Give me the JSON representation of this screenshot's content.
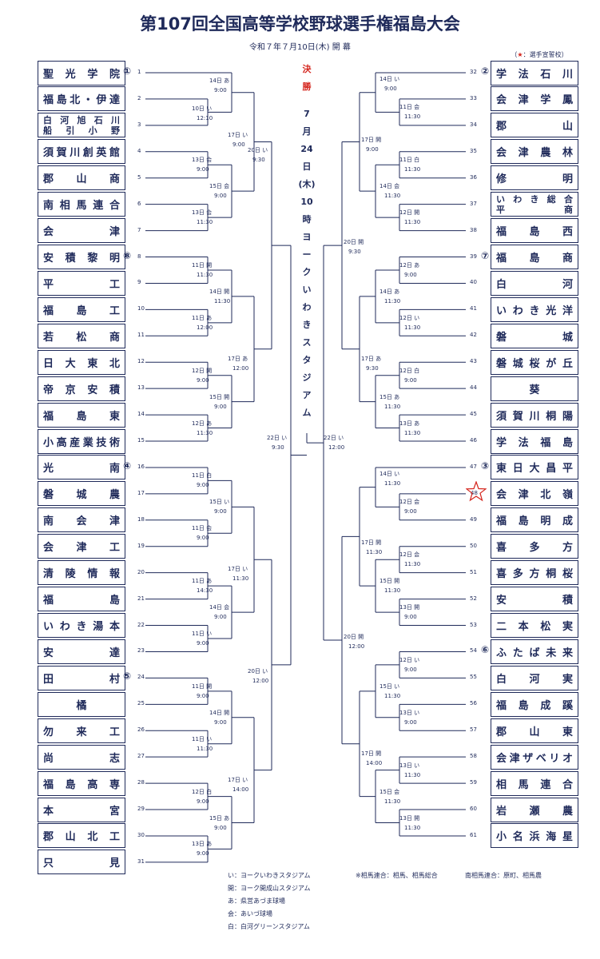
{
  "title": "第107回全国高等学校野球選手権福島大会",
  "subtitle": "令和７年７月10日(木) 開 幕",
  "legend_note": {
    "star": "★",
    "text": "：選手宣誓校"
  },
  "final": {
    "label": "決勝",
    "date": "7月24日(木)10時ヨークいわきスタジアム"
  },
  "left_teams": [
    "聖光学院",
    "福島北・伊達",
    "白河旭石川\n船引小野",
    "須賀川創英館",
    "郡山商",
    "南相馬連合",
    "会津",
    "安積黎明",
    "平工",
    "福島工",
    "若松商",
    "日大東北",
    "帝京安積",
    "福島東",
    "小高産業技術",
    "光南",
    "磐城農",
    "南会津",
    "会津工",
    "清陵情報",
    "福島",
    "いわき湯本",
    "安達",
    "田村",
    "橘",
    "勿来工",
    "尚志",
    "福島高専",
    "本宮",
    "郡山北工",
    "只見"
  ],
  "right_teams": [
    "学法石川",
    "会津学鳳",
    "郡山",
    "会津農林",
    "修明",
    "いわき総合\n平商",
    "福島西",
    "福島商",
    "白河",
    "いわき光洋",
    "磐城",
    "磐城桜が丘",
    "葵",
    "須賀川桐陽",
    "学法福島",
    "東日大昌平",
    "会津北嶺",
    "福島明成",
    "喜多方",
    "喜多方桐桜",
    "安積",
    "二本松実",
    "ふたば未来",
    "白河実",
    "福島成蹊",
    "郡山東",
    "会津ザベリオ",
    "相馬連合",
    "岩瀬農",
    "小名浜海星"
  ],
  "left_seeds": [
    "①",
    "⑧",
    "④",
    "⑤"
  ],
  "right_seeds": [
    "②",
    "⑦",
    "③",
    "⑥"
  ],
  "left_numbers": [
    "1",
    "2",
    "3",
    "4",
    "5",
    "6",
    "7",
    "8",
    "9",
    "10",
    "11",
    "12",
    "13",
    "14",
    "15",
    "16",
    "17",
    "18",
    "19",
    "20",
    "21",
    "22",
    "23",
    "24",
    "25",
    "26",
    "27",
    "28",
    "29",
    "30",
    "31"
  ],
  "right_numbers": [
    "32",
    "33",
    "34",
    "35",
    "36",
    "37",
    "38",
    "39",
    "40",
    "41",
    "42",
    "43",
    "44",
    "45",
    "46",
    "47",
    "48",
    "49",
    "50",
    "51",
    "52",
    "53",
    "54",
    "55",
    "56",
    "57",
    "58",
    "59",
    "60",
    "61"
  ],
  "game_labels": {
    "L1": [
      "14日 あ",
      "9:00"
    ],
    "L2": [
      "10日 い",
      "12:10"
    ],
    "L3": [
      "17日 い",
      "9:00"
    ],
    "L4": [
      "13日 会",
      "9:00"
    ],
    "L5": [
      "15日 会",
      "9:00"
    ],
    "L6": [
      "13日 会",
      "11:30"
    ],
    "L7": [
      "20日 い",
      "9:30"
    ],
    "L8": [
      "11日 開",
      "11:30"
    ],
    "L9": [
      "14日 開",
      "11:30"
    ],
    "L10": [
      "11日 あ",
      "12:00"
    ],
    "L11": [
      "17日 あ",
      "12:00"
    ],
    "L12": [
      "12日 開",
      "9:00"
    ],
    "L13": [
      "15日 開",
      "9:00"
    ],
    "L14": [
      "12日 あ",
      "11:30"
    ],
    "L15": [
      "22日 い",
      "9:30"
    ],
    "L16": [
      "11日 白",
      "9:00"
    ],
    "L17": [
      "15日 い",
      "9:00"
    ],
    "L18": [
      "11日 会",
      "9:00"
    ],
    "L19": [
      "17日 い",
      "11:30"
    ],
    "L20": [
      "11日 あ",
      "14:30"
    ],
    "L21": [
      "14日 会",
      "9:00"
    ],
    "L22": [
      "11日 い",
      "9:00"
    ],
    "L23": [
      "20日 い",
      "12:00"
    ],
    "L24": [
      "11日 開",
      "9:00"
    ],
    "L25": [
      "14日 開",
      "9:00"
    ],
    "L26": [
      "11日 い",
      "11:30"
    ],
    "L27": [
      "17日 い",
      "14:00"
    ],
    "L28": [
      "12日 白",
      "9:00"
    ],
    "L29": [
      "15日 あ",
      "9:00"
    ],
    "L30": [
      "13日 あ",
      "9:00"
    ],
    "R1": [
      "14日 い",
      "9:00"
    ],
    "R2": [
      "11日 会",
      "11:30"
    ],
    "R3": [
      "17日 開",
      "9:00"
    ],
    "R4": [
      "11日 白",
      "11:30"
    ],
    "R5": [
      "14日 会",
      "11:30"
    ],
    "R6": [
      "12日 開",
      "11:30"
    ],
    "R7": [
      "20日 開",
      "9:30"
    ],
    "R8": [
      "12日 あ",
      "9:00"
    ],
    "R9": [
      "14日 あ",
      "11:30"
    ],
    "R10": [
      "12日 い",
      "11:30"
    ],
    "R11": [
      "17日 あ",
      "9:30"
    ],
    "R12": [
      "12日 白",
      "9:00"
    ],
    "R13": [
      "15日 あ",
      "11:30"
    ],
    "R14": [
      "13日 あ",
      "11:30"
    ],
    "R15": [
      "22日 い",
      "12:00"
    ],
    "R16": [
      "14日 い",
      "11:30"
    ],
    "R17": [
      "12日 会",
      "9:00"
    ],
    "R18": [
      "17日 開",
      "11:30"
    ],
    "R19": [
      "12日 会",
      "11:30"
    ],
    "R20": [
      "15日 開",
      "11:30"
    ],
    "R21": [
      "13日 開",
      "9:00"
    ],
    "R22": [
      "20日 開",
      "12:00"
    ],
    "R23": [
      "12日 い",
      "9:00"
    ],
    "R24": [
      "15日 い",
      "11:30"
    ],
    "R25": [
      "13日 い",
      "9:00"
    ],
    "R26": [
      "17日 開",
      "14:00"
    ],
    "R27": [
      "13日 い",
      "11:30"
    ],
    "R28": [
      "15日 会",
      "11:30"
    ],
    "R29": [
      "13日 開",
      "11:30"
    ]
  },
  "legend": {
    "venues": [
      "い：ヨークいわきスタジアム",
      "開：ヨーク開成山スタジアム",
      "あ：県営あづま球場",
      "会：あいづ球場",
      "白：白河グリーンスタジアム"
    ],
    "note1": "※相馬連合：相馬、相馬総合",
    "note2": "南相馬連合：原町、相馬農"
  },
  "colors": {
    "ink": "#1f2a5a",
    "accent": "#d4241c"
  }
}
